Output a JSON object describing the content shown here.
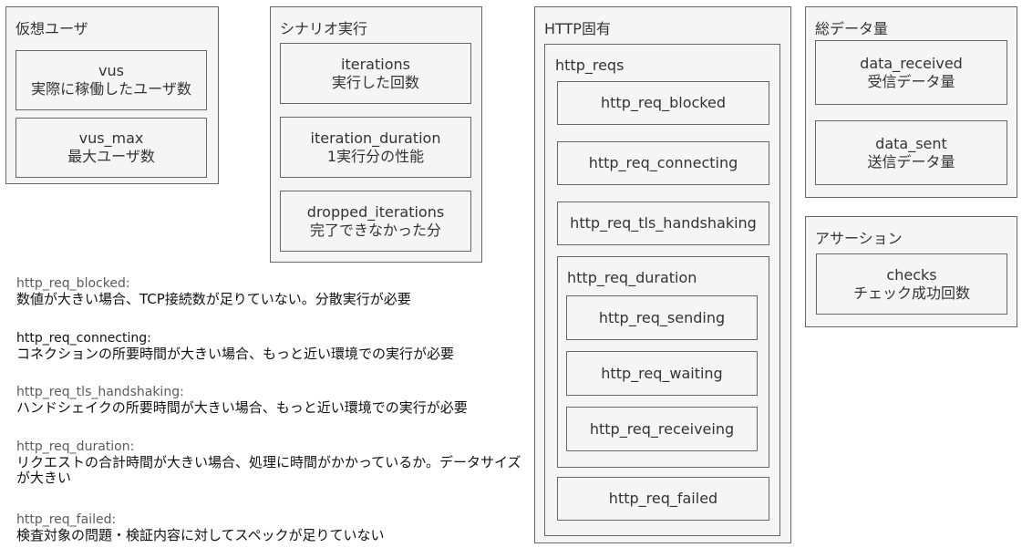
{
  "groups": {
    "virtual_users": {
      "title": "仮想ユーザ",
      "items": [
        {
          "name": "vus",
          "desc": "実際に稼働したユーザ数"
        },
        {
          "name": "vus_max",
          "desc": "最大ユーザ数"
        }
      ]
    },
    "scenario": {
      "title": "シナリオ実行",
      "items": [
        {
          "name": "iterations",
          "desc": "実行した回数"
        },
        {
          "name": "iteration_duration",
          "desc": "1実行分の性能"
        },
        {
          "name": "dropped_iterations",
          "desc": "完了できなかった分"
        }
      ]
    },
    "http": {
      "title": "HTTP固有",
      "reqs_title": "http_reqs",
      "blocked": "http_req_blocked",
      "connecting": "http_req_connecting",
      "tls_handshaking": "http_req_tls_handshaking",
      "duration_title": "http_req_duration",
      "sending": "http_req_sending",
      "waiting": "http_req_waiting",
      "receiving": "http_req_receiveing",
      "failed": "http_req_failed"
    },
    "data": {
      "title": "総データ量",
      "items": [
        {
          "name": "data_received",
          "desc": "受信データ量"
        },
        {
          "name": "data_sent",
          "desc": "送信データ量"
        }
      ]
    },
    "assertion": {
      "title": "アサーション",
      "items": [
        {
          "name": "checks",
          "desc": "チェック成功回数"
        }
      ]
    }
  },
  "notes": [
    {
      "key": "http_req_blocked:",
      "text": "数値が大きい場合、TCP接続数が足りていない。分散実行が必要"
    },
    {
      "key": "http_req_connecting:",
      "text": "コネクションの所要時間が大きい場合、もっと近い環境での実行が必要"
    },
    {
      "key": "http_req_tls_handshaking:",
      "text": "ハンドシェイクの所要時間が大きい場合、もっと近い環境での実行が必要"
    },
    {
      "key": "http_req_duration:",
      "text": "リクエストの合計時間が大きい場合、処理に時間がかかっているか。データサイズが大きい"
    },
    {
      "key": "http_req_failed:",
      "text": "検査対象の問題・検証内容に対してスペックが足りていない"
    }
  ]
}
